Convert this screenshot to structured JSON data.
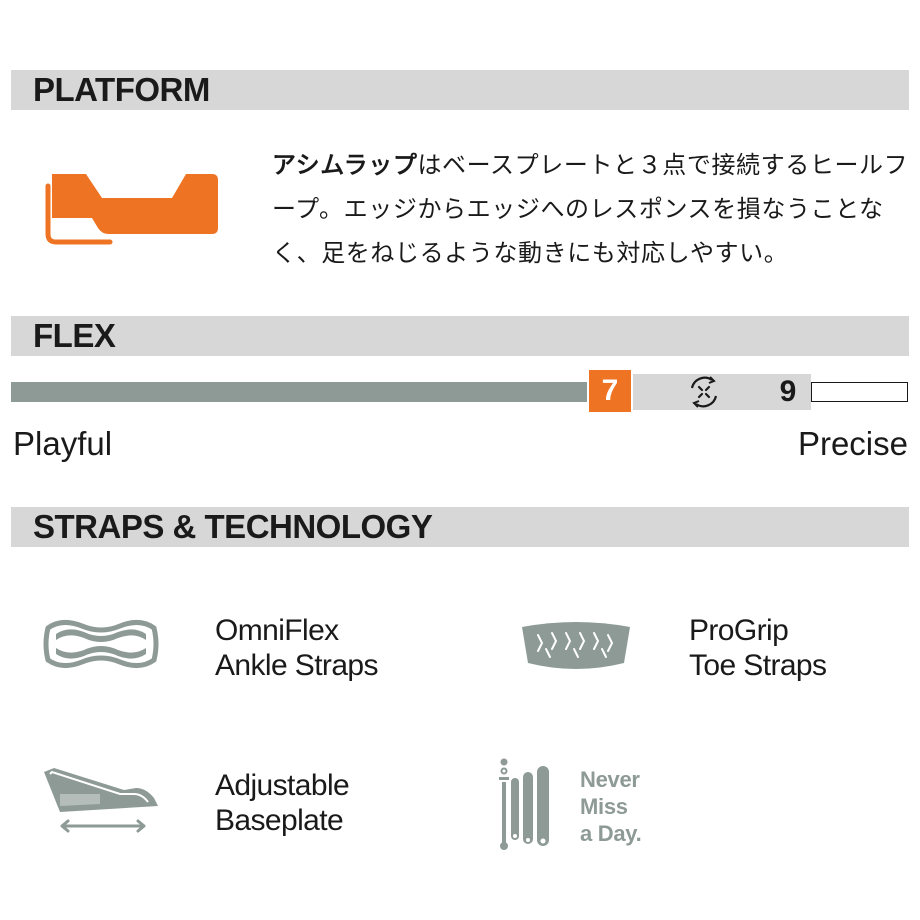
{
  "sections": {
    "platform": "PLATFORM",
    "flex": "FLEX",
    "straps": "STRAPS & TECHNOLOGY"
  },
  "platform": {
    "icon": "heel-hoop-icon",
    "description_bold": "アシムラップ",
    "description_rest": "はベースプレートと３点で接続するヒールフープ。エッジからエッジへのレスポンスを損なうことなく、足をねじるような動きにも対応しやすい。"
  },
  "flex": {
    "value": "7",
    "max": "9",
    "fill_fraction": 0.778,
    "left_label": "Playful",
    "right_label": "Precise",
    "cycle_icon": "rotate-cycle-icon"
  },
  "technology": [
    {
      "label_line1": "OmniFlex",
      "label_line2": "Ankle Straps",
      "icon": "ankle-strap-icon"
    },
    {
      "label_line1": "ProGrip",
      "label_line2": "Toe Straps",
      "icon": "toe-strap-icon"
    },
    {
      "label_line1": "Adjustable",
      "label_line2": "Baseplate",
      "icon": "baseplate-icon"
    },
    {
      "label_line1": "Never",
      "label_line2": "Miss",
      "label_line3": "a Day.",
      "icon": "tools-icon"
    }
  ],
  "colors": {
    "accent": "#ee7322",
    "gray_green": "#8e9a96",
    "bar": "#d7d7d8",
    "text": "#1a1a1a"
  }
}
